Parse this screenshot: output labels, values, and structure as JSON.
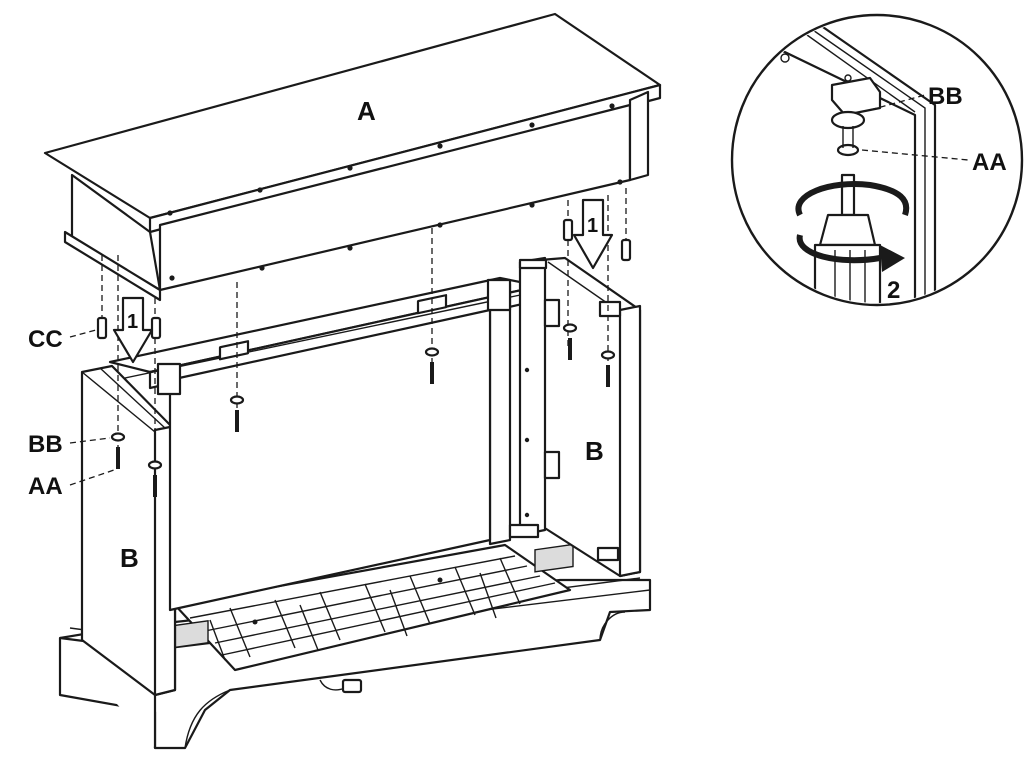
{
  "labels": {
    "top_panel": "A",
    "side_panel_right": "B",
    "side_panel_left": "B",
    "dowel": "CC",
    "washer": "BB",
    "screw": "AA",
    "detail_washer": "BB",
    "detail_screw": "AA",
    "step_1_left": "1",
    "step_1_right": "1",
    "step_2": "2"
  },
  "colors": {
    "line": "#1a1a1a",
    "fill": "#ffffff",
    "shade": "#dcdcdc"
  }
}
